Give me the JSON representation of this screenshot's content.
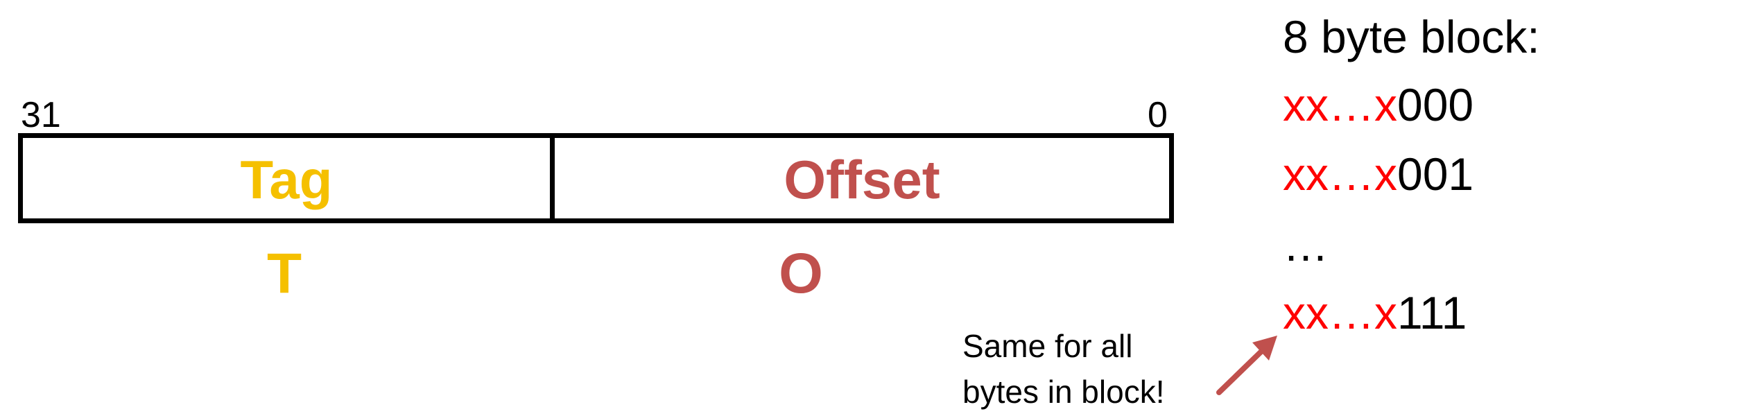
{
  "colors": {
    "tag": "#f5c000",
    "offset": "#c0504d",
    "variable_bits": "#ff0000",
    "fixed_bits": "#000000",
    "arrow": "#c0504d"
  },
  "address": {
    "high_bit": "31",
    "low_bit": "0",
    "fields": [
      {
        "label": "Tag",
        "letter": "T"
      },
      {
        "label": "Offset",
        "letter": "O"
      }
    ]
  },
  "block": {
    "heading": "8 byte block:",
    "lines": [
      {
        "prefix": "xx…x",
        "suffix": "000"
      },
      {
        "prefix": "xx…x",
        "suffix": "001"
      },
      {
        "ellipsis": "…"
      },
      {
        "prefix": "xx…x",
        "suffix": "111"
      }
    ]
  },
  "note": {
    "line1": "Same for all",
    "line2": "bytes in block!"
  }
}
